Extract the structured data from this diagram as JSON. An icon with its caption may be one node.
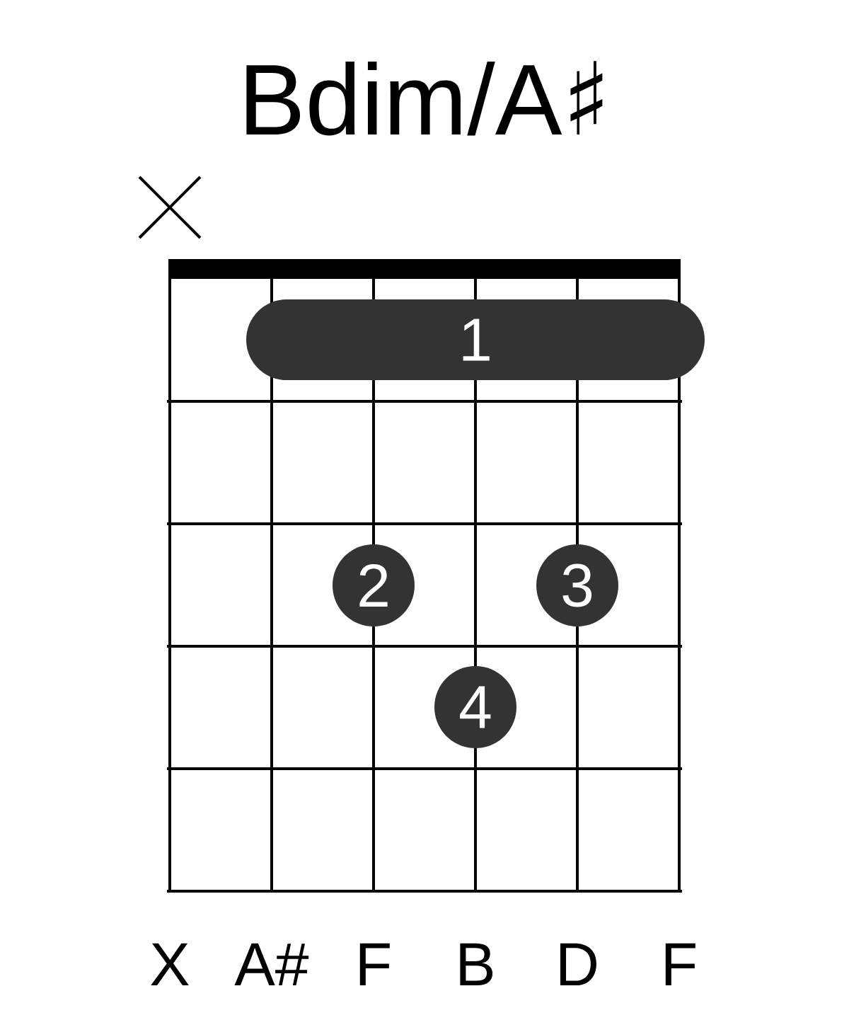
{
  "diagram": {
    "title": "Bdim/A♯",
    "nodes": [
      {
        "text": [
          "1"
        ]
      },
      {
        "text": [
          "2"
        ]
      },
      {
        "text": [
          "3"
        ]
      },
      {
        "text": [
          "4"
        ]
      }
    ],
    "labels": [
      "X",
      "A#",
      "F",
      "B",
      "D",
      "F"
    ]
  }
}
